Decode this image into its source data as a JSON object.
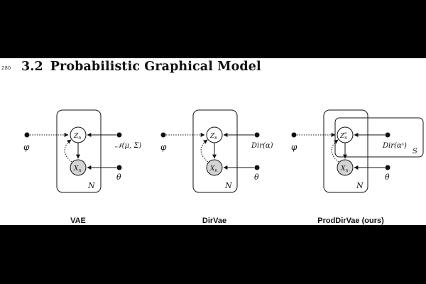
{
  "paper": {
    "line_number": "280",
    "section_number": "3.2",
    "section_title": "Probabilistic Graphical Model"
  },
  "models": [
    {
      "caption": "VAE",
      "prior_label": "𝒩(μ, Σ)",
      "latent_label": "Zn",
      "observed_label": "Xn",
      "param_left": "φ",
      "param_right": "θ",
      "plate_label": "N"
    },
    {
      "caption": "DirVae",
      "prior_label": "Dir(α)",
      "latent_label": "Zn",
      "observed_label": "Xn",
      "param_left": "φ",
      "param_right": "θ",
      "plate_label": "N"
    },
    {
      "caption": "ProdDirVae (ours)",
      "prior_label": "Dir(αˢ)",
      "latent_label": "Zsn",
      "observed_label": "Xn",
      "param_left": "φ",
      "param_right": "θ",
      "plate_label": "N",
      "inner_plate_label": "S"
    }
  ]
}
